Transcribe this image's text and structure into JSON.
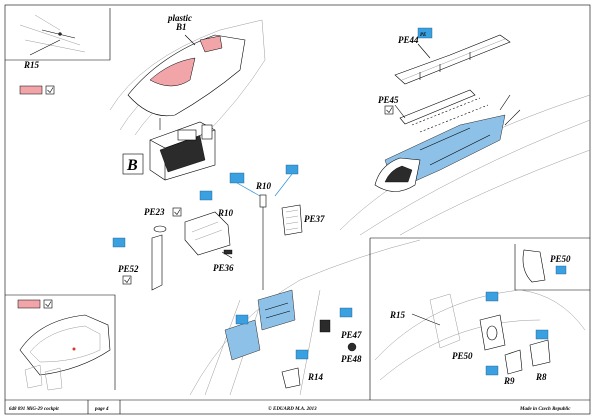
{
  "labels": {
    "plastic_b1": "plastic\nB1",
    "r15_top": "R15",
    "pe44": "PE44",
    "pe45": "PE45",
    "b_box": "B",
    "r10_top": "R10",
    "pe23": "PE23",
    "r10_left": "R10",
    "pe37": "PE37",
    "pe36": "PE36",
    "pe52": "PE52",
    "pe50_inset": "PE50",
    "r15_right": "R15",
    "pe50_bottom": "PE50",
    "r9": "R9",
    "r8": "R8",
    "pe47": "PE47",
    "pe48": "PE48",
    "r14": "R14"
  },
  "footer": {
    "code": "648 091 MiG-29 cockpit",
    "page": "page 4",
    "copyright": "© EDUARD M.A. 2013",
    "origin": "Made in Czech Republic"
  },
  "colors": {
    "etch_blue": "#8ec1e8",
    "paint_pink": "#f2a5a8",
    "tag_blue": "#3aa0e0"
  }
}
